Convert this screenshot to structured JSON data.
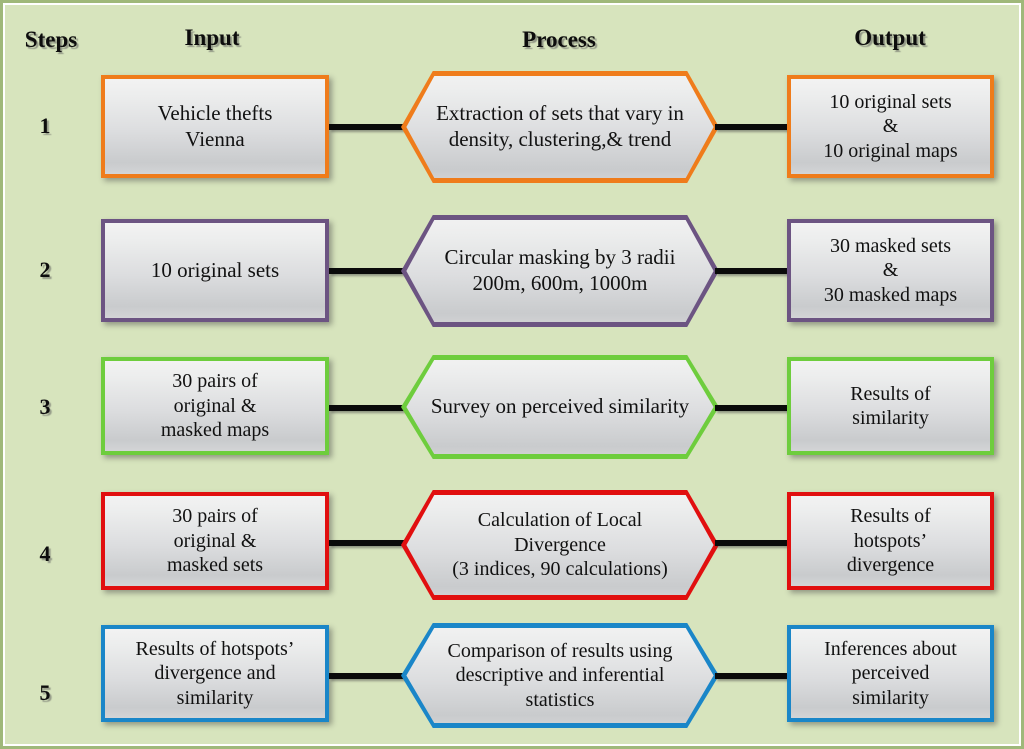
{
  "figure": {
    "background_color": "#d7e4bd",
    "frame_color": "#9fb87a"
  },
  "headers": {
    "steps": "Steps",
    "input": "Input",
    "process": "Process",
    "output": "Output"
  },
  "rows": [
    {
      "step": "1",
      "accent_color": "#ef7c1b",
      "input": "Vehicle thefts\nVienna",
      "process": "Extraction of sets that vary in\ndensity, clustering,& trend",
      "output": "10 original sets\n&\n10 original maps"
    },
    {
      "step": "2",
      "accent_color": "#6c5482",
      "input": "10 original sets",
      "process": "Circular masking by 3 radii\n200m, 600m, 1000m",
      "output": "30 masked sets\n&\n30 masked maps"
    },
    {
      "step": "3",
      "accent_color": "#6ecd3d",
      "input": "30 pairs of\noriginal &\nmasked maps",
      "process": "Survey on perceived similarity",
      "output": "Results of\nsimilarity"
    },
    {
      "step": "4",
      "accent_color": "#e10f0f",
      "input": "30 pairs of\noriginal &\nmasked sets",
      "process": "Calculation of Local\nDivergence\n(3 indices, 90 calculations)",
      "output": "Results of\nhotspots’\ndivergence"
    },
    {
      "step": "5",
      "accent_color": "#1a86c8",
      "input": "Results of hotspots’\ndivergence and\nsimilarity",
      "process": "Comparison of results using\ndescriptive and inferential\nstatistics",
      "output": "Inferences about\nperceived\nsimilarity"
    }
  ]
}
